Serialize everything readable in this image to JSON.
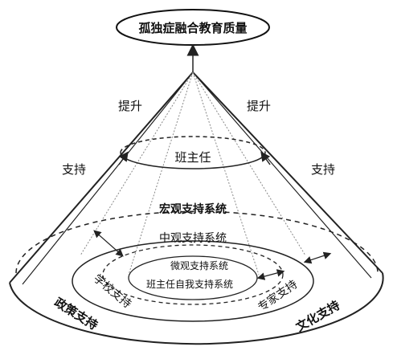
{
  "title": "孤独症融合教育质量",
  "labels": {
    "lift_left": "提升",
    "lift_right": "提升",
    "support_left": "支持",
    "support_right": "支持",
    "head_teacher": "班主任",
    "macro": "宏观支持系统",
    "meso": "中观支持系统",
    "micro": "微观支持系统",
    "self_support": "班主任自我支持系统",
    "school_support": "学校支持",
    "expert_support": "专家支持",
    "policy_support": "政策支持",
    "culture_support": "文化支持"
  }
}
